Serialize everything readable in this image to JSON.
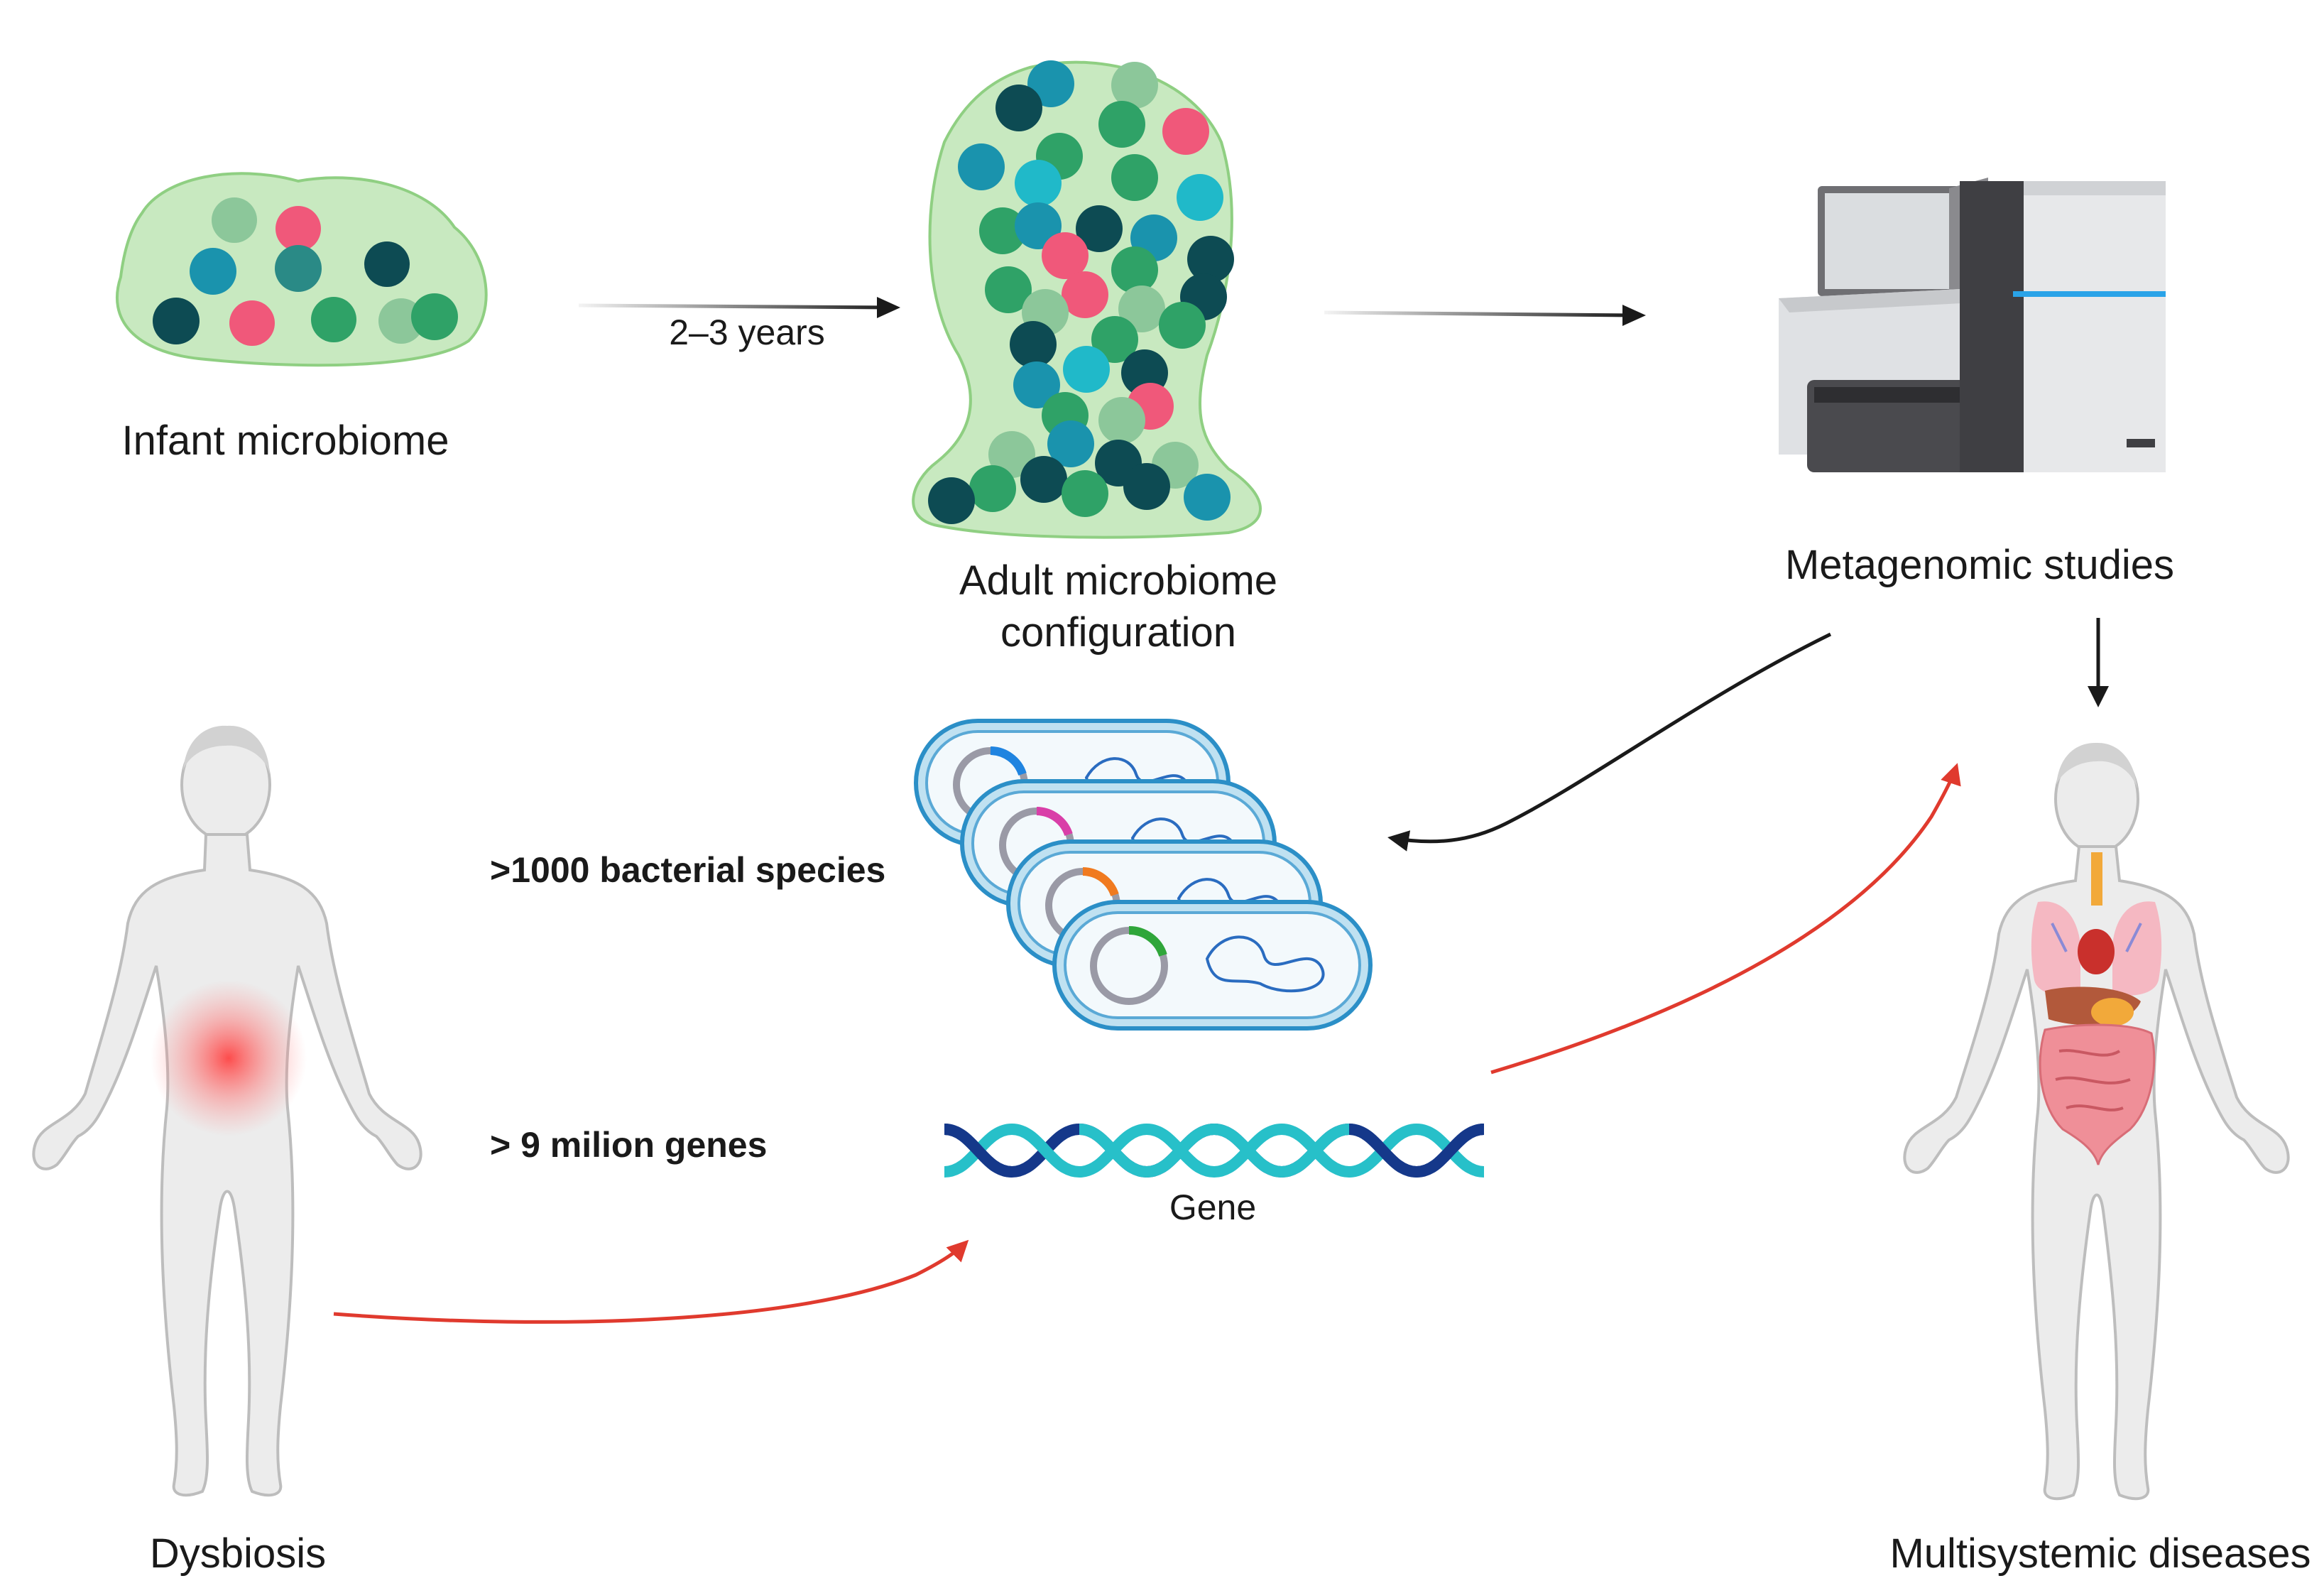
{
  "labels": {
    "infant_microbiome": "Infant microbiome",
    "years": "2–3 years",
    "adult_line1": "Adult microbiome",
    "adult_line2": "configuration",
    "metagenomic": "Metagenomic studies",
    "species": ">1000 bacterial species",
    "genes": "> 9 milion genes",
    "gene": "Gene",
    "dysbiosis": "Dysbiosis",
    "diseases": "Multisystemic diseases"
  },
  "colors": {
    "blob_fill": "#c8e9c0",
    "blob_stroke": "#8fcf82",
    "teal": "#1a93ad",
    "dark_teal": "#0d4b53",
    "green": "#2fa267",
    "light_green": "#8cc79a",
    "pink": "#f0587a",
    "cyan": "#20b9c9",
    "arrow_black": "#1a1a1a",
    "arrow_red": "#e03a2e",
    "body_fill": "#ececec",
    "body_stroke": "#bdbdbd",
    "dna_dark": "#15388a",
    "dna_cyan": "#27c0c9"
  },
  "icons": [
    "infant-microbiome-blob",
    "adult-microbiome-head",
    "sequencer-machine",
    "bacteria-cells",
    "dna-helix",
    "human-body-dysbiosis",
    "human-body-organs"
  ]
}
